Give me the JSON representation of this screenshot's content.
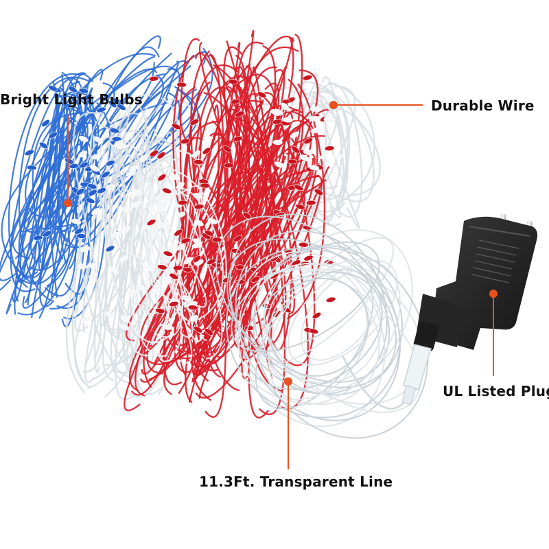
{
  "image": {
    "subject": "net-lights",
    "background_color": "#ffffff",
    "callout_color": "#e8501e",
    "light_colors": {
      "blue": "#2f6fd6",
      "red": "#d81e2a",
      "white": "#e9eef2"
    },
    "adapter_color": "#2b2b2b"
  },
  "callouts": {
    "bulbs": "Bright Light Bulbs",
    "wire": "Durable Wire",
    "plug": "UL Listed Plug",
    "line": "11.3Ft. Transparent Line"
  }
}
